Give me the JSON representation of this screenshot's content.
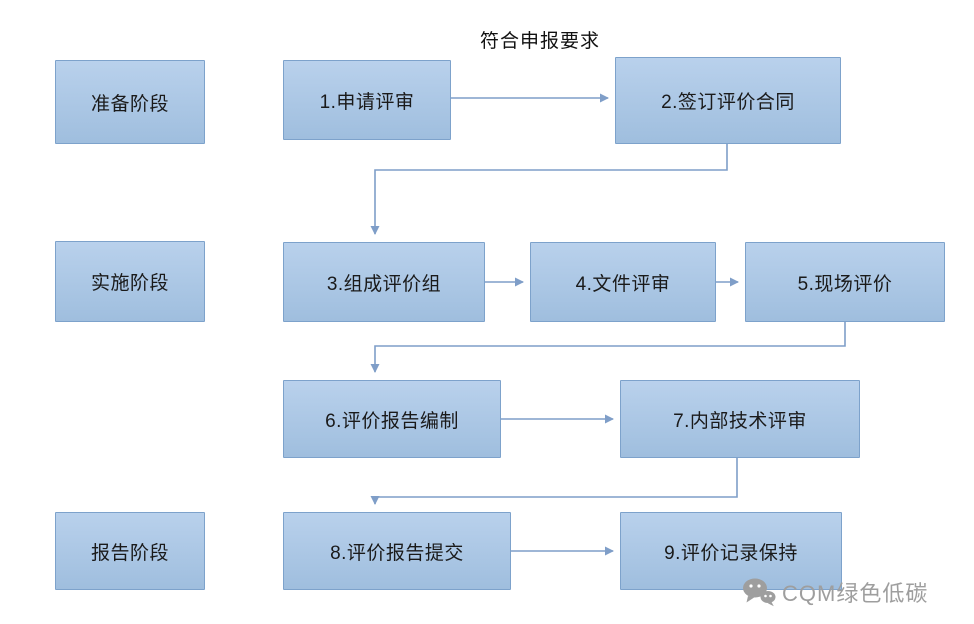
{
  "title": "符合申报要求",
  "phases": [
    {
      "label": "准备阶段"
    },
    {
      "label": "实施阶段"
    },
    {
      "label": "报告阶段"
    }
  ],
  "steps": [
    {
      "label": "1.申请评审"
    },
    {
      "label": "2.签订评价合同"
    },
    {
      "label": "3.组成评价组"
    },
    {
      "label": "4.文件评审"
    },
    {
      "label": "5.现场评价"
    },
    {
      "label": "6.评价报告编制"
    },
    {
      "label": "7.内部技术评审"
    },
    {
      "label": "8.评价报告提交"
    },
    {
      "label": "9.评价记录保持"
    }
  ],
  "watermark": {
    "label": "CQM绿色低碳",
    "icon": "wechat-icon"
  },
  "colors": {
    "box_fill_top": "#b9d1ec",
    "box_fill_bottom": "#9fbede",
    "box_border": "#7da2cb",
    "arrow": "#7f9ec8",
    "text": "#1a1a1a",
    "watermark": "#9e9e9e",
    "background": "#ffffff"
  }
}
